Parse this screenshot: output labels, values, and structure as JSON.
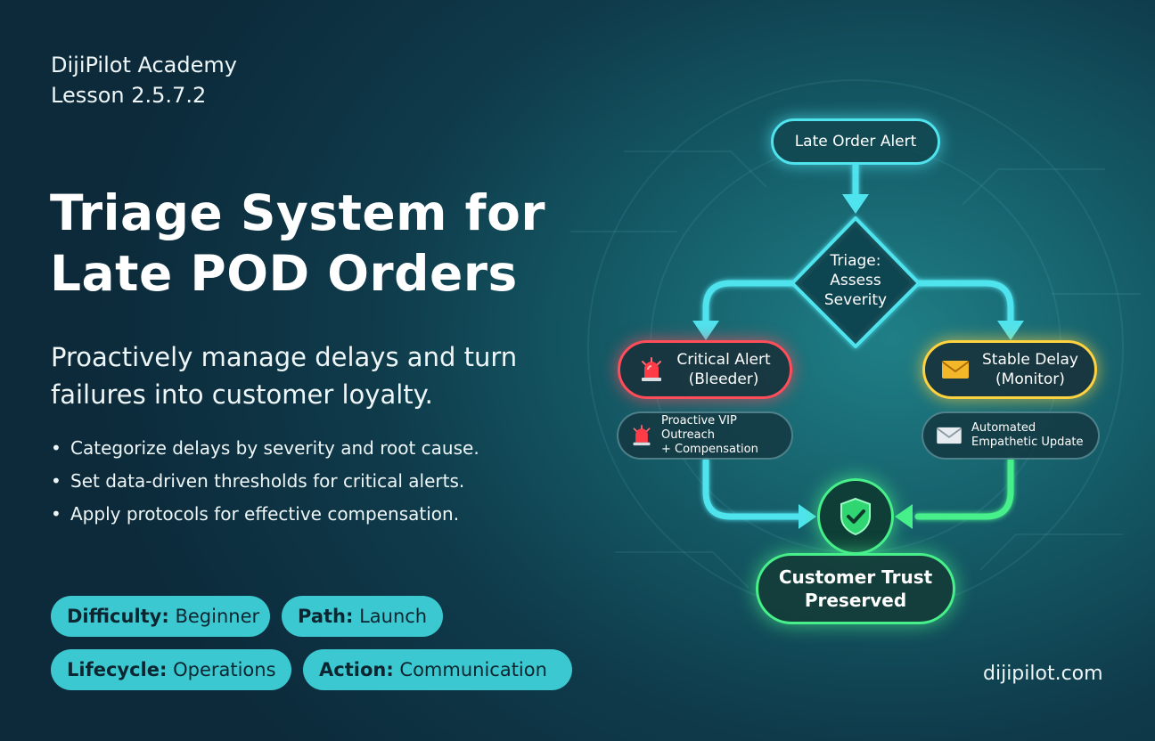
{
  "header": {
    "academy": "DijiPilot Academy",
    "lesson": "Lesson 2.5.7.2"
  },
  "hero": {
    "title_line1": "Triage System for",
    "title_line2": "Late POD Orders",
    "subtitle": "Proactively manage delays and turn failures into customer loyalty.",
    "bullets": [
      "Categorize delays by severity and root cause.",
      "Set data-driven thresholds for critical alerts.",
      "Apply protocols for effective compensation."
    ]
  },
  "tags": [
    {
      "key": "Difficulty:",
      "value": "Beginner"
    },
    {
      "key": "Path:",
      "value": "Launch"
    },
    {
      "key": "Lifecycle:",
      "value": "Operations"
    },
    {
      "key": "Action:",
      "value": "Communication"
    }
  ],
  "flow": {
    "start": "Late Order Alert",
    "triage_l1": "Triage:",
    "triage_l2": "Assess",
    "triage_l3": "Severity",
    "critical_l1": "Critical Alert",
    "critical_l2": "(Bleeder)",
    "stable_l1": "Stable Delay",
    "stable_l2": "(Monitor)",
    "vip_l1": "Proactive VIP Outreach",
    "vip_l2": "+ Compensation",
    "auto_l1": "Automated",
    "auto_l2": "Empathetic Update",
    "end_l1": "Customer Trust",
    "end_l2": "Preserved"
  },
  "icons": {
    "critical": "siren-icon",
    "stable": "envelope-icon",
    "end": "shield-check-icon"
  },
  "colors": {
    "cyan": "#4fe3ee",
    "critical": "#ff4d5a",
    "stable": "#ffd23f",
    "success": "#47f08a",
    "tag_bg": "#3cc8d0"
  },
  "footer": {
    "site": "dijipilot.com"
  }
}
